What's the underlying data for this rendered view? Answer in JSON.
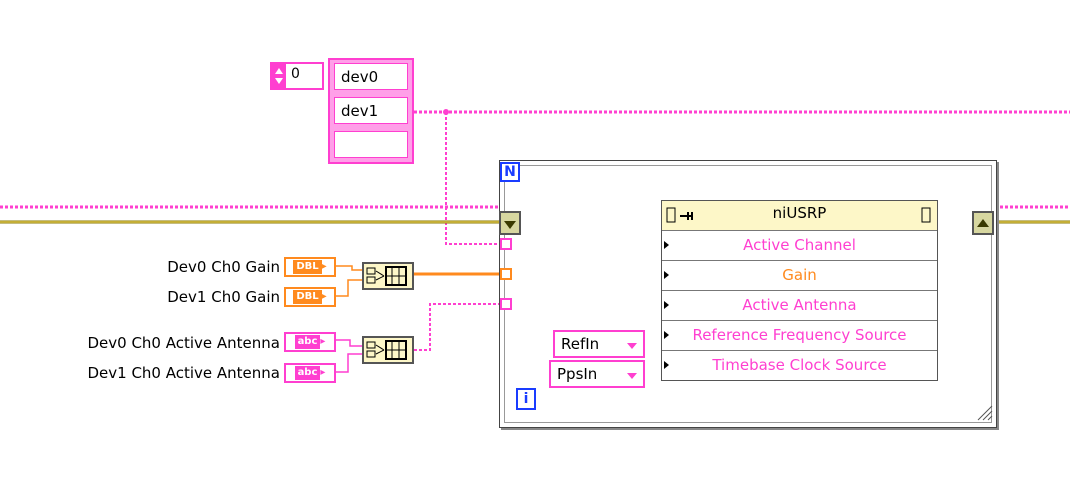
{
  "index_control": {
    "value": "0"
  },
  "device_array": {
    "items": [
      "dev0",
      "dev1",
      ""
    ]
  },
  "loop": {
    "count_label": "N",
    "iteration_label": "i"
  },
  "property_node": {
    "title": "niUSRP",
    "properties": [
      {
        "label": "Active Channel",
        "color": "#ff3fd0"
      },
      {
        "label": "Gain",
        "color": "#ff8a1e"
      },
      {
        "label": "Active Antenna",
        "color": "#ff3fd0"
      },
      {
        "label": "Reference Frequency Source",
        "color": "#ff3fd0"
      },
      {
        "label": "Timebase Clock Source",
        "color": "#ff3fd0"
      }
    ]
  },
  "controls": [
    {
      "label": "Dev0 Ch0 Gain",
      "type": "DBL"
    },
    {
      "label": "Dev1 Ch0 Gain",
      "type": "DBL"
    },
    {
      "label": "Dev0 Ch0 Active Antenna",
      "type": "abc"
    },
    {
      "label": "Dev1 Ch0 Active Antenna",
      "type": "abc"
    }
  ],
  "ring_constants": [
    {
      "value": "RefIn"
    },
    {
      "value": "PpsIn"
    }
  ],
  "colors": {
    "string": "#ff3fd0",
    "numeric": "#ff8a1e",
    "loop_count": "#1a3cff",
    "error": "#a7a700",
    "session": "#9a2bb5"
  }
}
